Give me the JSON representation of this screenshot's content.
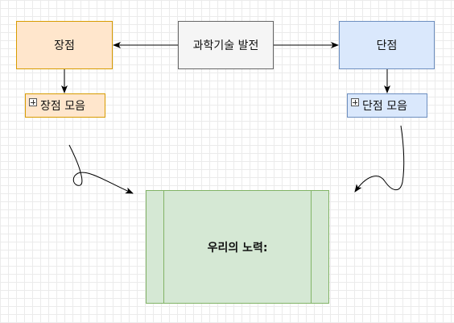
{
  "nodes": {
    "center": "과학기술 발전",
    "advantage": "장점",
    "disadvantage": "단점",
    "advantage_group": "장점 모음",
    "disadvantage_group": "단점 모음",
    "effort": "우리의 노력:"
  },
  "colors": {
    "advantage_fill": "#ffe6cc",
    "advantage_stroke": "#d79b00",
    "disadvantage_fill": "#dae8fc",
    "disadvantage_stroke": "#6c8ebf",
    "center_fill": "#f5f5f5",
    "effort_fill": "#d5e8d4",
    "effort_stroke": "#82b366"
  },
  "icons": [
    "expand-plus-icon",
    "arrow-icon"
  ]
}
